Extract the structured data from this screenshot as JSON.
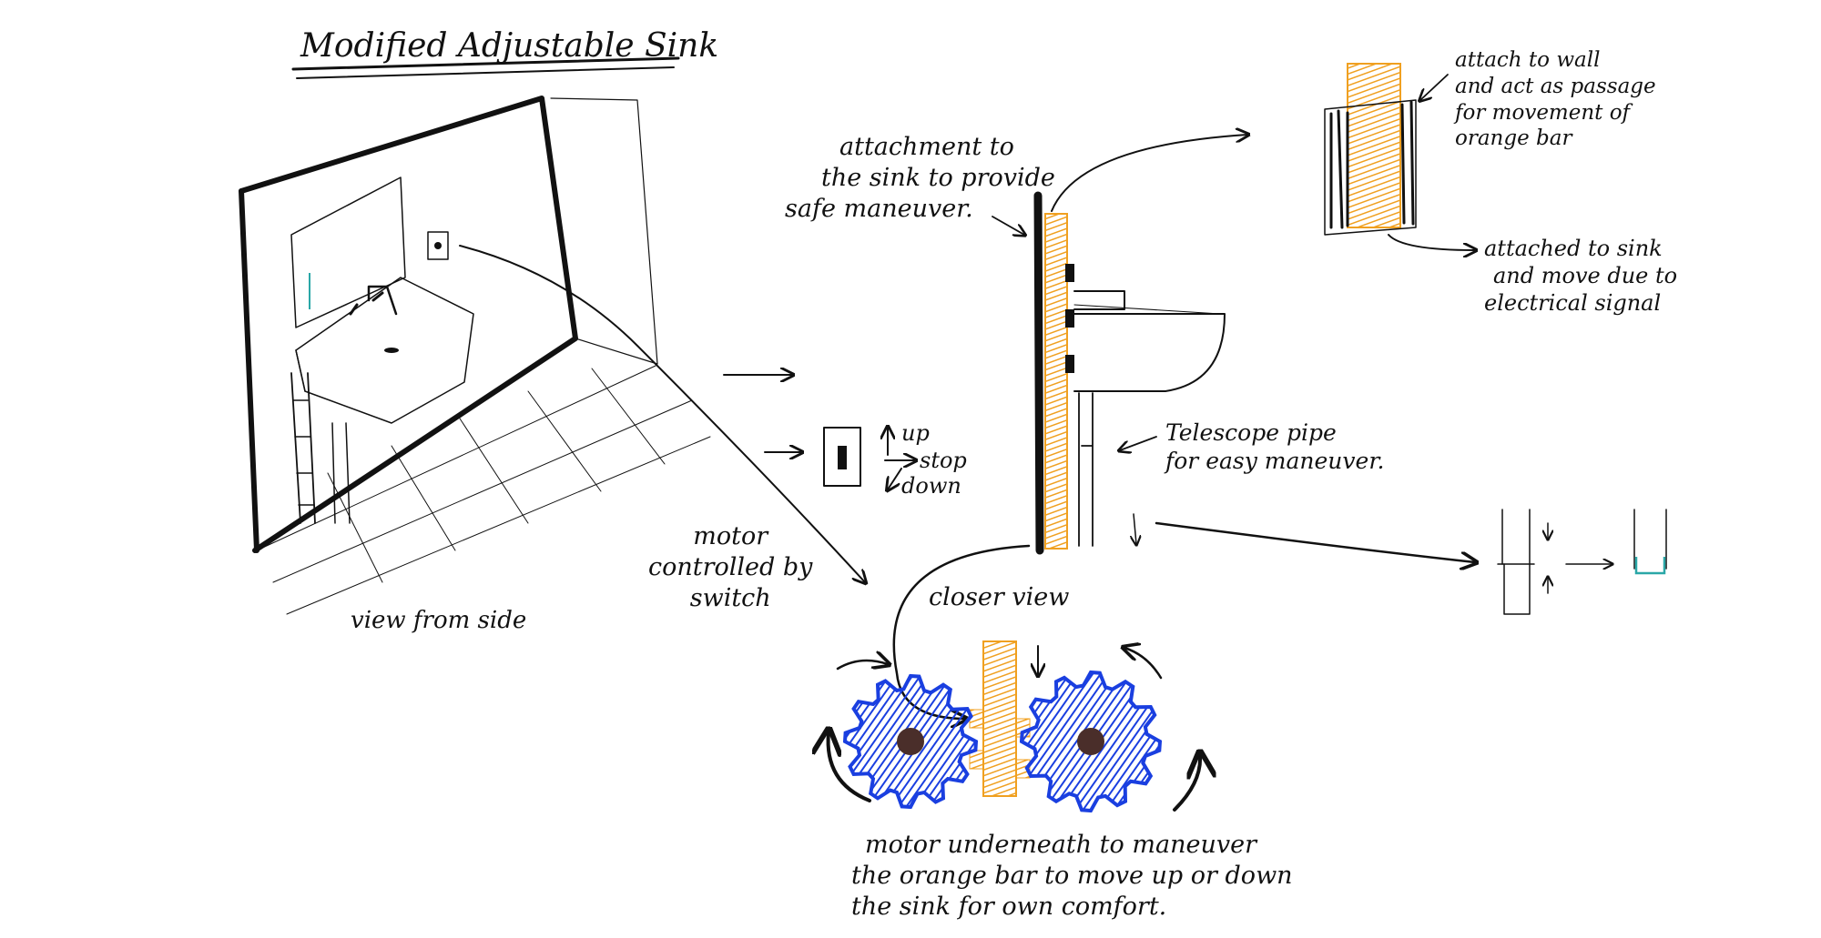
{
  "title": "Modified Adjustable Sink",
  "labels": {
    "view_from_side": "view from side",
    "attachment": [
      "attachment to",
      "the sink to provide",
      "safe maneuver."
    ],
    "motor_switch": [
      "motor",
      "controlled by",
      "switch"
    ],
    "switch_up": "up",
    "switch_stop": "stop",
    "switch_down": "down",
    "telescope": [
      "Telescope pipe",
      "for easy maneuver."
    ],
    "closer_view": "closer view",
    "attach_wall": [
      "attach to wall",
      "and act as passage",
      "for movement of",
      "orange bar"
    ],
    "attached_sink": [
      "attached to sink",
      "and move due to",
      "electrical signal"
    ],
    "motor_underneath": [
      "motor underneath to maneuver",
      "the orange bar to move up or down",
      "the sink for own comfort."
    ]
  },
  "colors": {
    "ink": "#111111",
    "orange_bar": "#f0a020",
    "gear_blue": "#1a3fe0",
    "gear_hub": "#4a2e2a",
    "mirror_teal": "#2aa7a7"
  }
}
